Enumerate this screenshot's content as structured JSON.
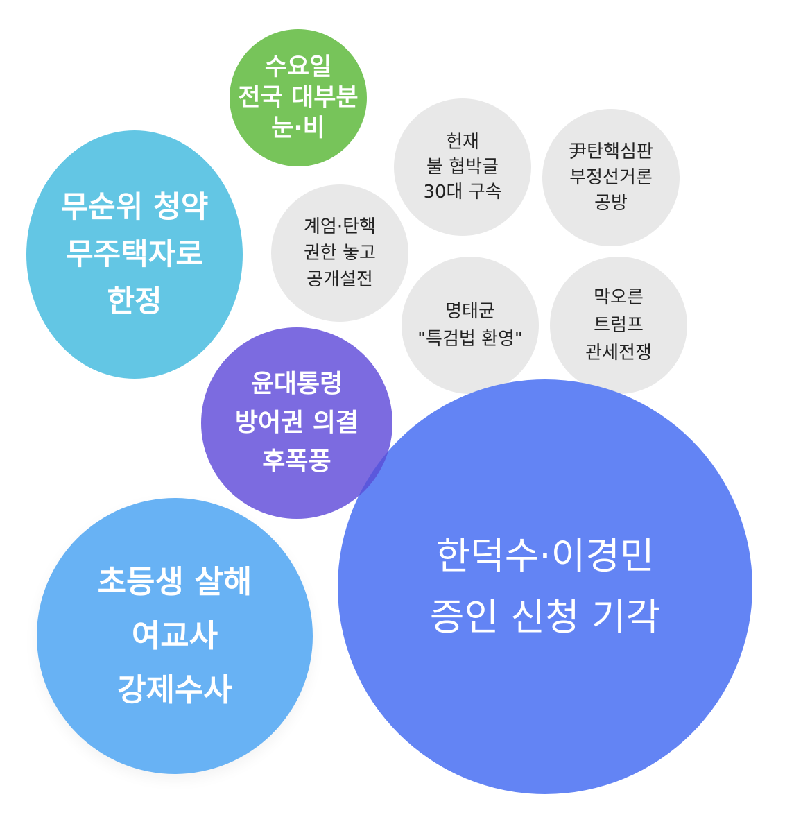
{
  "colors": {
    "green": "#77c45a",
    "cyan": "#63c6e4",
    "purple": "#7c6be0",
    "sky": "#68b2f4",
    "blue": "#6384f4",
    "gray": "#e8e8e8"
  },
  "bubbles": [
    {
      "id": "rain",
      "lines": [
        "수요일",
        "전국 대부분",
        "눈·비"
      ],
      "color": "green"
    },
    {
      "id": "court-arrest",
      "lines": [
        "헌재",
        "불 협박글",
        "30대 구속"
      ],
      "color": "gray"
    },
    {
      "id": "election-fraud",
      "lines": [
        "尹탄핵심판",
        "부정선거론",
        "공방"
      ],
      "color": "gray"
    },
    {
      "id": "subscription",
      "lines": [
        "무순위 청약",
        "무주택자로",
        "한정"
      ],
      "color": "cyan"
    },
    {
      "id": "martial-law",
      "lines": [
        "계엄·탄핵",
        "권한 놓고",
        "공개설전"
      ],
      "color": "gray"
    },
    {
      "id": "myung",
      "lines": [
        "명태균",
        "\"특검법 환영\""
      ],
      "color": "gray"
    },
    {
      "id": "trump",
      "lines": [
        "막오른",
        "트럼프",
        "관세전쟁"
      ],
      "color": "gray"
    },
    {
      "id": "defense",
      "lines": [
        "윤대통령",
        "방어권 의결",
        "후폭풍"
      ],
      "color": "purple"
    },
    {
      "id": "teacher",
      "lines": [
        "초등생 살해",
        "여교사",
        "강제수사"
      ],
      "color": "sky"
    },
    {
      "id": "witness",
      "lines": [
        "한덕수·이경민",
        "증인 신청 기각"
      ],
      "color": "blue"
    }
  ]
}
